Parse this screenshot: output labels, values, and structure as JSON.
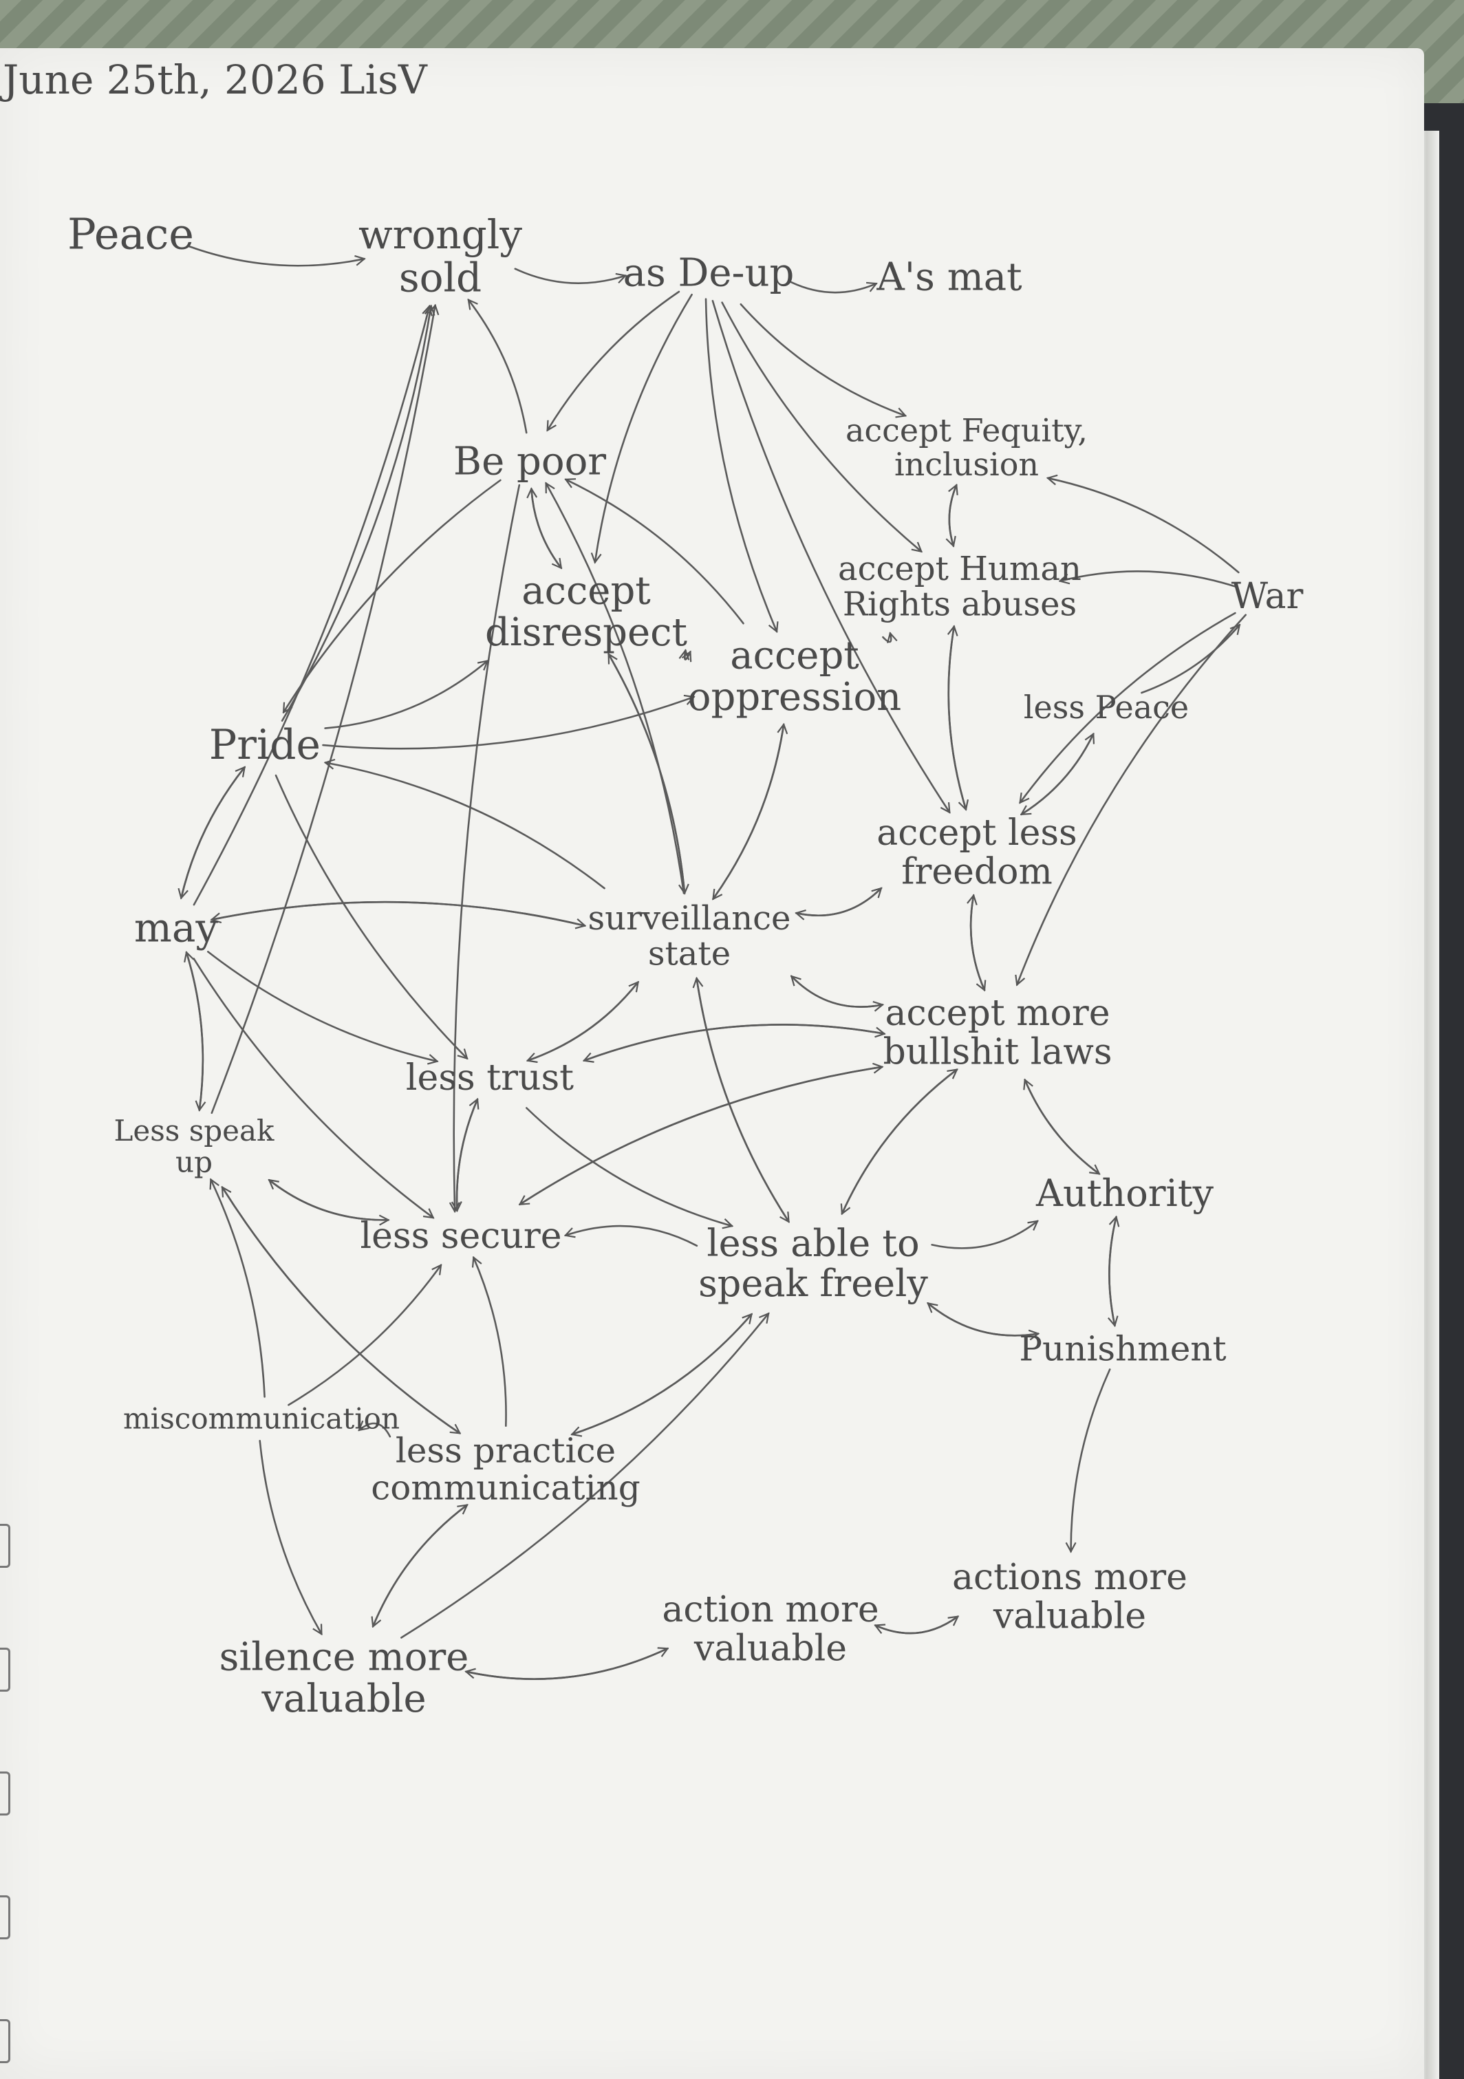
{
  "header": {
    "date_line": "June 25th, 2026 LisV"
  },
  "nodes": [
    {
      "id": "peace",
      "lines": [
        "Peace"
      ]
    },
    {
      "id": "wrongly",
      "lines": [
        "wrongly",
        "sold"
      ]
    },
    {
      "id": "asdeup",
      "lines": [
        "as De-up"
      ]
    },
    {
      "id": "asmat",
      "lines": [
        "A's mat"
      ]
    },
    {
      "id": "bepoor",
      "lines": [
        "Be poor"
      ]
    },
    {
      "id": "equity",
      "lines": [
        "accept Fequity,",
        "inclusion"
      ]
    },
    {
      "id": "human",
      "lines": [
        "accept Human",
        "Rights abuses"
      ]
    },
    {
      "id": "war",
      "lines": [
        "War"
      ]
    },
    {
      "id": "disrespect",
      "lines": [
        "accept",
        "disrespect"
      ]
    },
    {
      "id": "oppression",
      "lines": [
        "accept",
        "oppression"
      ]
    },
    {
      "id": "lesspeace",
      "lines": [
        "less Peace"
      ]
    },
    {
      "id": "pride",
      "lines": [
        "Pride"
      ]
    },
    {
      "id": "lessfreedom",
      "lines": [
        "accept less",
        "freedom"
      ]
    },
    {
      "id": "may",
      "lines": [
        "may"
      ]
    },
    {
      "id": "surveillance",
      "lines": [
        "surveillance",
        "state"
      ]
    },
    {
      "id": "bullshit",
      "lines": [
        "accept more",
        "bullshit laws"
      ]
    },
    {
      "id": "lesstrust",
      "lines": [
        "less trust"
      ]
    },
    {
      "id": "lessspeak",
      "lines": [
        "Less speak",
        "up"
      ]
    },
    {
      "id": "lesssecure",
      "lines": [
        "less secure"
      ]
    },
    {
      "id": "authority",
      "lines": [
        "Authority"
      ]
    },
    {
      "id": "speakfreely",
      "lines": [
        "less able to",
        "speak freely"
      ]
    },
    {
      "id": "punishment",
      "lines": [
        "Punishment"
      ]
    },
    {
      "id": "miscomm",
      "lines": [
        "miscommunication"
      ]
    },
    {
      "id": "practice",
      "lines": [
        "less practice",
        "communicating"
      ]
    },
    {
      "id": "actions2",
      "lines": [
        "actions more",
        "valuable"
      ]
    },
    {
      "id": "action1",
      "lines": [
        "action more",
        "valuable"
      ]
    },
    {
      "id": "silence",
      "lines": [
        "silence more",
        "valuable"
      ]
    }
  ],
  "edges": [
    {
      "from": "peace",
      "to": "wrongly"
    },
    {
      "from": "wrongly",
      "to": "asdeup"
    },
    {
      "from": "asdeup",
      "to": "asmat"
    },
    {
      "from": "asdeup",
      "to": "bepoor"
    },
    {
      "from": "asdeup",
      "to": "disrespect"
    },
    {
      "from": "asdeup",
      "to": "oppression"
    },
    {
      "from": "asdeup",
      "to": "equity"
    },
    {
      "from": "asdeup",
      "to": "human"
    },
    {
      "from": "asdeup",
      "to": "lessfreedom"
    },
    {
      "from": "bepoor",
      "to": "wrongly"
    },
    {
      "from": "bepoor",
      "to": "disrespect"
    },
    {
      "from": "disrespect",
      "to": "bepoor"
    },
    {
      "from": "bepoor",
      "to": "pride"
    },
    {
      "from": "bepoor",
      "to": "lesssecure"
    },
    {
      "from": "pride",
      "to": "wrongly"
    },
    {
      "from": "may",
      "to": "wrongly"
    },
    {
      "from": "lessspeak",
      "to": "wrongly"
    },
    {
      "from": "oppression",
      "to": "bepoor"
    },
    {
      "from": "disrespect",
      "to": "oppression"
    },
    {
      "from": "oppression",
      "to": "disrespect"
    },
    {
      "from": "oppression",
      "to": "human"
    },
    {
      "from": "equity",
      "to": "human"
    },
    {
      "from": "human",
      "to": "equity"
    },
    {
      "from": "war",
      "to": "equity"
    },
    {
      "from": "war",
      "to": "human"
    },
    {
      "from": "lesspeace",
      "to": "war"
    },
    {
      "from": "war",
      "to": "lessfreedom"
    },
    {
      "from": "war",
      "to": "bullshit"
    },
    {
      "from": "human",
      "to": "lessfreedom"
    },
    {
      "from": "lessfreedom",
      "to": "human"
    },
    {
      "from": "lessfreedom",
      "to": "lesspeace"
    },
    {
      "from": "lesspeace",
      "to": "lessfreedom"
    },
    {
      "from": "lessfreedom",
      "to": "bullshit"
    },
    {
      "from": "bullshit",
      "to": "lessfreedom"
    },
    {
      "from": "surveillance",
      "to": "lessfreedom"
    },
    {
      "from": "lessfreedom",
      "to": "surveillance"
    },
    {
      "from": "surveillance",
      "to": "oppression"
    },
    {
      "from": "oppression",
      "to": "surveillance"
    },
    {
      "from": "surveillance",
      "to": "disrespect"
    },
    {
      "from": "disrespect",
      "to": "surveillance"
    },
    {
      "from": "pride",
      "to": "disrespect"
    },
    {
      "from": "pride",
      "to": "oppression"
    },
    {
      "from": "surveillance",
      "to": "pride"
    },
    {
      "from": "pride",
      "to": "may"
    },
    {
      "from": "may",
      "to": "pride"
    },
    {
      "from": "surveillance",
      "to": "may"
    },
    {
      "from": "may",
      "to": "surveillance"
    },
    {
      "from": "surveillance",
      "to": "bepoor"
    },
    {
      "from": "surveillance",
      "to": "bullshit"
    },
    {
      "from": "bullshit",
      "to": "surveillance"
    },
    {
      "from": "lesstrust",
      "to": "surveillance"
    },
    {
      "from": "surveillance",
      "to": "lesstrust"
    },
    {
      "from": "may",
      "to": "lesstrust"
    },
    {
      "from": "pride",
      "to": "lesstrust"
    },
    {
      "from": "bullshit",
      "to": "lesstrust"
    },
    {
      "from": "lesstrust",
      "to": "bullshit"
    },
    {
      "from": "lesstrust",
      "to": "lesssecure"
    },
    {
      "from": "lesssecure",
      "to": "lesstrust"
    },
    {
      "from": "lesstrust",
      "to": "speakfreely"
    },
    {
      "from": "bullshit",
      "to": "lesssecure"
    },
    {
      "from": "lesssecure",
      "to": "bullshit"
    },
    {
      "from": "bullshit",
      "to": "authority"
    },
    {
      "from": "authority",
      "to": "bullshit"
    },
    {
      "from": "bullshit",
      "to": "speakfreely"
    },
    {
      "from": "speakfreely",
      "to": "bullshit"
    },
    {
      "from": "surveillance",
      "to": "speakfreely"
    },
    {
      "from": "speakfreely",
      "to": "surveillance"
    },
    {
      "from": "speakfreely",
      "to": "authority"
    },
    {
      "from": "authority",
      "to": "punishment"
    },
    {
      "from": "punishment",
      "to": "authority"
    },
    {
      "from": "speakfreely",
      "to": "punishment"
    },
    {
      "from": "punishment",
      "to": "speakfreely"
    },
    {
      "from": "punishment",
      "to": "actions2"
    },
    {
      "from": "speakfreely",
      "to": "lesssecure"
    },
    {
      "from": "lessspeak",
      "to": "may"
    },
    {
      "from": "may",
      "to": "lessspeak"
    },
    {
      "from": "may",
      "to": "lesssecure"
    },
    {
      "from": "lessspeak",
      "to": "lesssecure"
    },
    {
      "from": "lesssecure",
      "to": "lessspeak"
    },
    {
      "from": "lessspeak",
      "to": "practice"
    },
    {
      "from": "miscomm",
      "to": "lessspeak"
    },
    {
      "from": "miscomm",
      "to": "lesssecure"
    },
    {
      "from": "miscomm",
      "to": "silence"
    },
    {
      "from": "practice",
      "to": "miscomm"
    },
    {
      "from": "practice",
      "to": "lessspeak"
    },
    {
      "from": "practice",
      "to": "lesssecure"
    },
    {
      "from": "practice",
      "to": "speakfreely"
    },
    {
      "from": "speakfreely",
      "to": "practice"
    },
    {
      "from": "practice",
      "to": "silence"
    },
    {
      "from": "silence",
      "to": "practice"
    },
    {
      "from": "silence",
      "to": "speakfreely"
    },
    {
      "from": "silence",
      "to": "action1"
    },
    {
      "from": "action1",
      "to": "silence"
    },
    {
      "from": "action1",
      "to": "actions2"
    },
    {
      "from": "actions2",
      "to": "action1"
    }
  ]
}
